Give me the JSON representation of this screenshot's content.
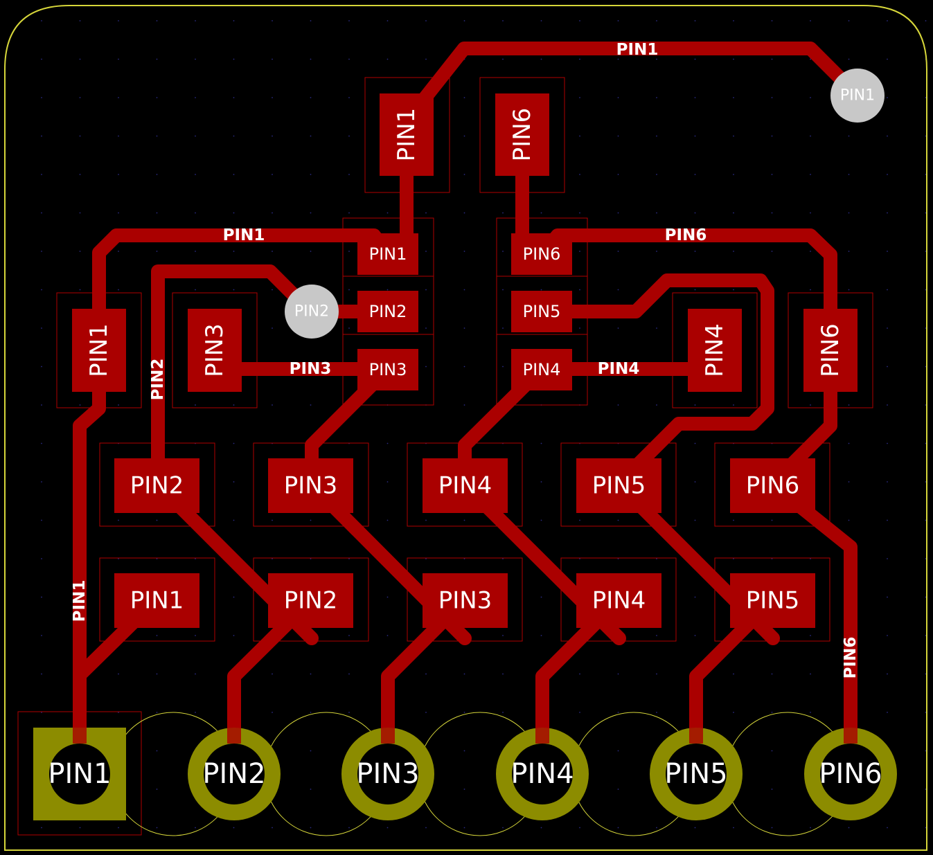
{
  "colors": {
    "background": "#000000",
    "copper": "#aa0000",
    "edge": "#d6d63a",
    "courtyard": "#b00000",
    "through_hole": "#8c8c00",
    "via": "#c8c8c8",
    "text": "#ffffff",
    "grid": "#2a2a80"
  },
  "board": {
    "traces": [
      {
        "net": "PIN1"
      },
      {
        "net": "PIN1"
      },
      {
        "net": "PIN1"
      },
      {
        "net": "PIN1"
      },
      {
        "net": "PIN1"
      },
      {
        "net": "PIN1"
      },
      {
        "net": "PIN2"
      },
      {
        "net": "PIN2"
      },
      {
        "net": "PIN2"
      },
      {
        "net": "PIN3"
      },
      {
        "net": "PIN3"
      },
      {
        "net": "PIN3"
      },
      {
        "net": "PIN4"
      },
      {
        "net": "PIN4"
      },
      {
        "net": "PIN4"
      },
      {
        "net": "PIN5"
      },
      {
        "net": "PIN5"
      },
      {
        "net": "PIN5"
      },
      {
        "net": "PIN6"
      },
      {
        "net": "PIN6"
      },
      {
        "net": "PIN6"
      },
      {
        "net": "PIN6"
      }
    ],
    "trace_labels": [
      {
        "text": "PIN1"
      },
      {
        "text": "PIN1"
      },
      {
        "text": "PIN1"
      },
      {
        "text": "PIN2"
      },
      {
        "text": "PIN3"
      },
      {
        "text": "PIN4"
      },
      {
        "text": "PIN6"
      },
      {
        "text": "PIN6"
      }
    ],
    "smd_pads": [
      {
        "label": "PIN1"
      },
      {
        "label": "PIN6"
      },
      {
        "label": "PIN1"
      },
      {
        "label": "PIN2"
      },
      {
        "label": "PIN3"
      },
      {
        "label": "PIN6"
      },
      {
        "label": "PIN5"
      },
      {
        "label": "PIN4"
      },
      {
        "label": "PIN1"
      },
      {
        "label": "PIN3"
      },
      {
        "label": "PIN4"
      },
      {
        "label": "PIN6"
      },
      {
        "label": "PIN2"
      },
      {
        "label": "PIN3"
      },
      {
        "label": "PIN4"
      },
      {
        "label": "PIN5"
      },
      {
        "label": "PIN6"
      },
      {
        "label": "PIN1"
      },
      {
        "label": "PIN2"
      },
      {
        "label": "PIN3"
      },
      {
        "label": "PIN4"
      },
      {
        "label": "PIN5"
      }
    ],
    "vias": [
      {
        "label": "PIN1"
      },
      {
        "label": "PIN2"
      }
    ],
    "header_pins": [
      {
        "label": "PIN1",
        "shape": "square"
      },
      {
        "label": "PIN2",
        "shape": "round"
      },
      {
        "label": "PIN3",
        "shape": "round"
      },
      {
        "label": "PIN4",
        "shape": "round"
      },
      {
        "label": "PIN5",
        "shape": "round"
      },
      {
        "label": "PIN6",
        "shape": "round"
      }
    ]
  }
}
